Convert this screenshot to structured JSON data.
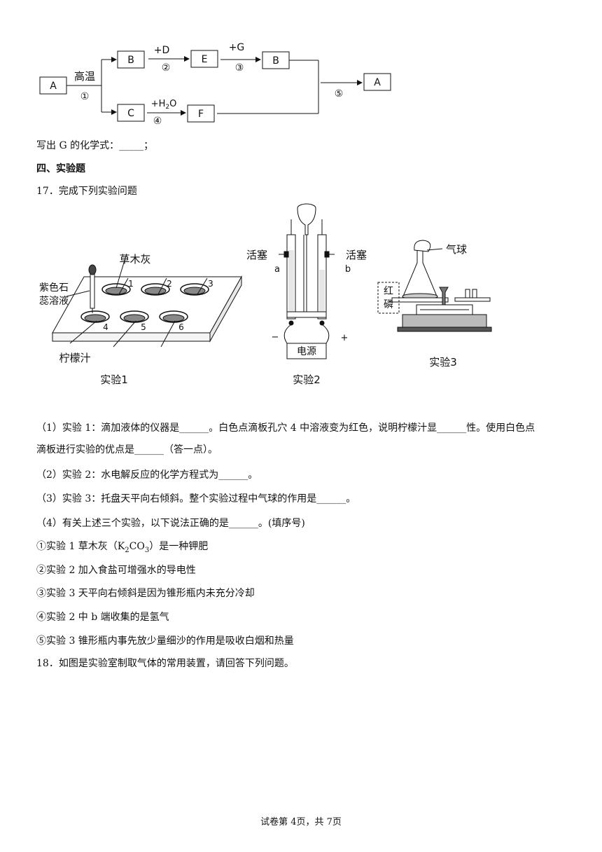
{
  "flowchart": {
    "box_a_left": "A",
    "box_b1": "B",
    "box_e": "E",
    "box_b2": "B",
    "box_c": "C",
    "box_f": "F",
    "box_a_right": "A",
    "cond_1": "高温",
    "step_1": "①",
    "reagent_d": "+D",
    "step_2": "②",
    "reagent_g": "+G",
    "step_3": "③",
    "reagent_h2o_pre": "+H",
    "reagent_h2o_sub": "2",
    "reagent_h2o_post": "O",
    "step_4": "④",
    "step_5": "⑤"
  },
  "q16_tail": "写出 G 的化学式：_____；",
  "section4": "四、实验题",
  "q17": {
    "title": "17．完成下列实验问题",
    "exp1": {
      "label_ash": "草木灰",
      "label_litmus_1": "紫色石",
      "label_litmus_2": "蕊溶液",
      "label_lemon": "柠檬汁",
      "caption": "实验1",
      "holes": [
        "1",
        "2",
        "3",
        "4",
        "5",
        "6"
      ]
    },
    "exp2": {
      "label_valve_left": "活塞",
      "label_valve_right": "活塞",
      "label_a": "a",
      "label_b": "b",
      "label_minus": "−",
      "label_plus": "+",
      "label_power": "电源",
      "caption": "实验2"
    },
    "exp3": {
      "label_balloon": "气球",
      "label_phos_1": "红",
      "label_phos_2": "磷",
      "caption": "实验3"
    },
    "p1a": "（1）实验 1：滴加液体的仪器是______。白色点滴板孔穴 4 中溶液变为红色，说明柠檬汁显______性。使用白色点",
    "p1b": "滴板进行实验的优点是______（答一点）。",
    "p2": "（2）实验 2：水电解反应的化学方程式为______。",
    "p3": "（3）实验 3：托盘天平向右倾斜。整个实验过程中气球的作用是______。",
    "p4": "（4）有关上述三个实验，以下说法正确的是______。(填序号)",
    "opt1_pre": "①实验 1 草木灰（K",
    "opt1_sub1": "2",
    "opt1_mid": "CO",
    "opt1_sub2": "3",
    "opt1_post": "）是一种钾肥",
    "opt2": "②实验 2 加入食盐可增强水的导电性",
    "opt3": "③实验 3 天平向右倾斜是因为锥形瓶内未充分冷却",
    "opt4": "④实验 2 中 b 端收集的是氢气",
    "opt5": "⑤实验 3 锥形瓶内事先放少量细沙的作用是吸收白烟和热量"
  },
  "q18": "18．如图是实验室制取气体的常用装置，请回答下列问题。",
  "footer": "试卷第 4页，共 7页"
}
